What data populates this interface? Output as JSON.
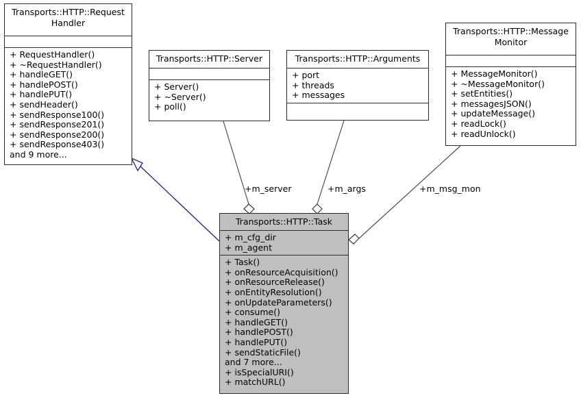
{
  "diagram": {
    "type": "uml-class-collaboration-diagram",
    "title": "Transports::HTTP::Task",
    "background_color": "#ffffff",
    "node_border_color": "#2b2b2b",
    "highlight_fill_color": "#bfbfbf",
    "inheritance_edge_color": "#20208a",
    "aggregation_edge_color": "#4d4d4d"
  },
  "nodes": [
    {
      "id": "request-handler",
      "title": "Transports::HTTP::Request\nHandler",
      "attributes": [],
      "methods": [
        "+ RequestHandler()",
        "+ ~RequestHandler()",
        "+ handleGET()",
        "+ handlePOST()",
        "+ handlePUT()",
        "+ sendHeader()",
        "+ sendResponse100()",
        "+ sendResponse201()",
        "+ sendResponse200()",
        "+ sendResponse403()",
        "and 9 more..."
      ],
      "highlighted": false
    },
    {
      "id": "server",
      "title": "Transports::HTTP::Server",
      "attributes": [],
      "methods": [
        "+ Server()",
        "+ ~Server()",
        "+ poll()"
      ],
      "highlighted": false
    },
    {
      "id": "arguments",
      "title": "Transports::HTTP::Arguments",
      "attributes": [
        "+ port",
        "+ threads",
        "+ messages"
      ],
      "methods": [],
      "highlighted": false
    },
    {
      "id": "message-monitor",
      "title": "Transports::HTTP::Message\nMonitor",
      "attributes": [],
      "methods": [
        "+ MessageMonitor()",
        "+ ~MessageMonitor()",
        "+ setEntities()",
        "+ messagesJSON()",
        "+ updateMessage()",
        "+ readLock()",
        "+ readUnlock()"
      ],
      "highlighted": false
    },
    {
      "id": "task",
      "title": "Transports::HTTP::Task",
      "attributes": [
        "+ m_cfg_dir",
        "+ m_agent"
      ],
      "methods": [
        "+ Task()",
        "+ onResourceAcquisition()",
        "+ onResourceRelease()",
        "+ onEntityResolution()",
        "+ onUpdateParameters()",
        "+ consume()",
        "+ handleGET()",
        "+ handlePOST()",
        "+ handlePUT()",
        "+ sendStaticFile()",
        "and 7 more...",
        "+ isSpecialURI()",
        "+ matchURL()"
      ],
      "highlighted": true
    }
  ],
  "edges": [
    {
      "id": "inheritance-task-requesthandler",
      "kind": "inheritance",
      "from": "task",
      "to": "request-handler",
      "label": ""
    },
    {
      "id": "aggregation-server-task",
      "kind": "aggregation",
      "from": "server",
      "to": "task",
      "label": "+m_server"
    },
    {
      "id": "aggregation-arguments-task",
      "kind": "aggregation",
      "from": "arguments",
      "to": "task",
      "label": "+m_args"
    },
    {
      "id": "aggregation-messagemonitor-task",
      "kind": "aggregation",
      "from": "message-monitor",
      "to": "task",
      "label": "+m_msg_mon"
    }
  ]
}
